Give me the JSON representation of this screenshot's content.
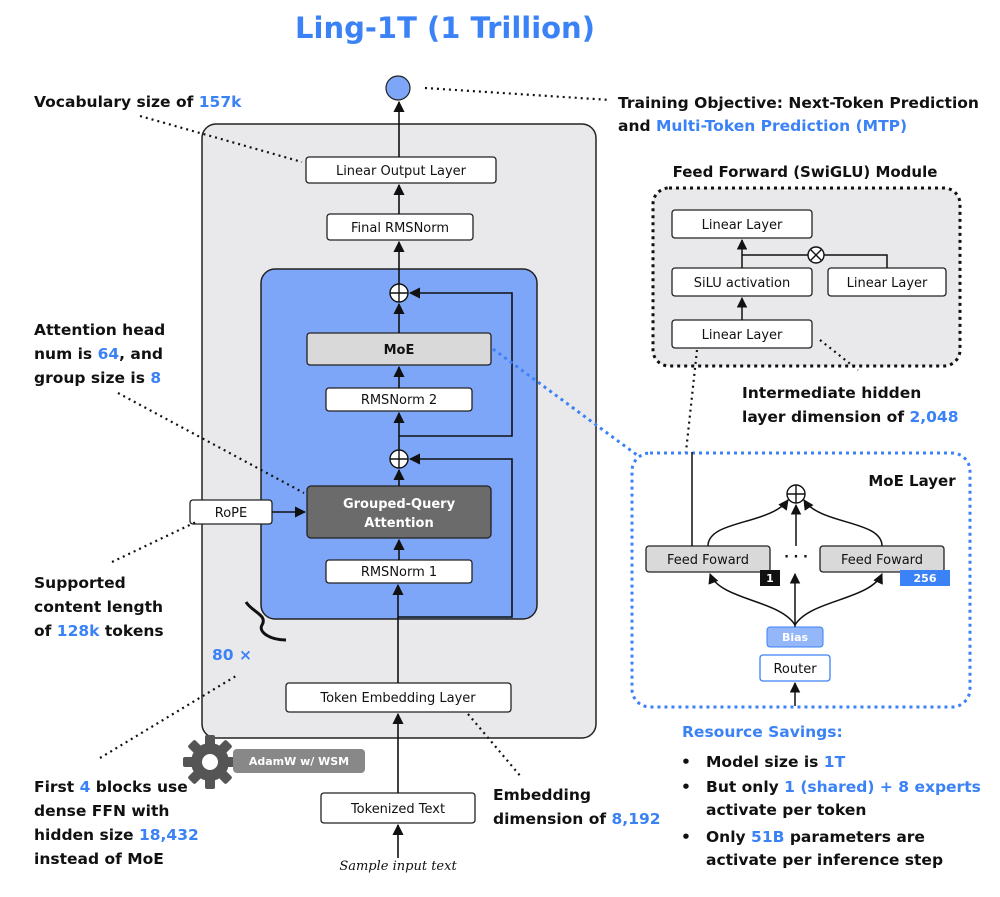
{
  "title": "Ling-1T (1 Trillion)",
  "colors": {
    "accent": "#3b82f6",
    "panel_gray": "#e9e9ec",
    "block_blue": "#7ea6f8",
    "dark_gray": "#6b6b6b"
  },
  "left": {
    "vocab_label": "Vocabulary size of ",
    "vocab_value": "157k",
    "linear_output": "Linear Output Layer",
    "final_norm": "Final RMSNorm",
    "moe": "MoE",
    "rmsnorm2": "RMSNorm 2",
    "gqa_line1": "Grouped-Query",
    "gqa_line2": "Attention",
    "rmsnorm1": "RMSNorm 1",
    "rope": "RoPE",
    "token_embedding": "Token Embedding Layer",
    "tokenized_text": "Tokenized Text",
    "sample_input": "Sample input text",
    "repeat_label": "80 ×",
    "optimizer": "AdamW w/ WSM",
    "attn_line1": "Attention head",
    "attn_line2_a": "num is ",
    "attn_heads": "64",
    "attn_line2_b": ", and",
    "attn_line3_a": "group size is ",
    "attn_group": "8",
    "ctx_line1": "Supported",
    "ctx_line2": "content length",
    "ctx_line3_a": "of ",
    "ctx_value": "128k",
    "ctx_line3_b": " tokens",
    "dense_line1_a": "First ",
    "dense_blocks": "4",
    "dense_line1_b": " blocks use",
    "dense_line2": "dense FFN with",
    "dense_line3_a": "hidden size ",
    "dense_hidden": "18,432",
    "dense_line4": "instead of MoE",
    "emb_line1": "Embedding",
    "emb_line2_a": "dimension of ",
    "emb_value": "8,192"
  },
  "objective": {
    "line1": "Training Objective: Next-Token Prediction",
    "line2_a": "and ",
    "line2_b": "Multi-Token Prediction (MTP)"
  },
  "ffn": {
    "title": "Feed Forward (SwiGLU) Module",
    "linear_top": "Linear Layer",
    "silu": "SiLU activation",
    "linear_right": "Linear Layer",
    "linear_bottom": "Linear Layer",
    "inter_line1": "Intermediate hidden",
    "inter_line2_a": "layer dimension of ",
    "inter_value": "2,048"
  },
  "moe_layer": {
    "title": "MoE Layer",
    "ff_left": "Feed Foward",
    "ff_right": "Feed Foward",
    "ellipsis": "· · ·",
    "badge_left": "1",
    "badge_right": "256",
    "bias": "Bias",
    "router": "Router"
  },
  "savings": {
    "title": "Resource Savings:",
    "b1_a": "Model size is ",
    "b1_v": "1T",
    "b2_a": "But only ",
    "b2_v": "1 (shared) + 8 experts",
    "b2_line2": "activate per token",
    "b3_a": "Only ",
    "b3_v": "51B",
    "b3_b": " parameters are",
    "b3_line2": "activate per inference step",
    "bullet": "•"
  }
}
